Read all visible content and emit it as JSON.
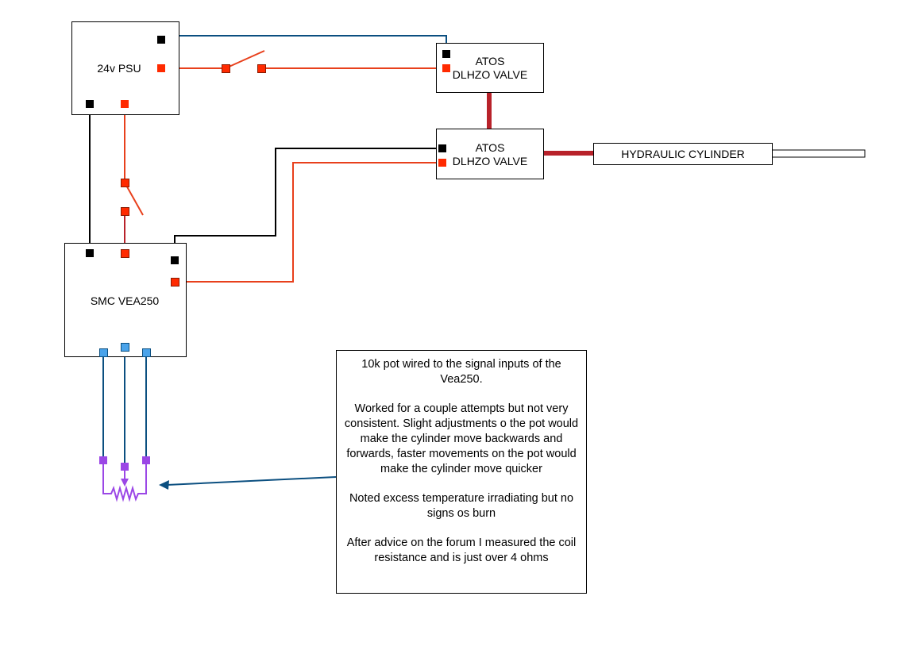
{
  "components": {
    "psu": {
      "label": "24v PSU"
    },
    "valve_a": {
      "label_line1": "ATOS",
      "label_line2": "DLHZO VALVE"
    },
    "valve_b": {
      "label_line1": "ATOS",
      "label_line2": "DLHZO VALVE"
    },
    "cylinder": {
      "label": "HYDRAULIC CYLINDER"
    },
    "controller": {
      "label": "SMC VEA250"
    }
  },
  "note": {
    "paragraphs": [
      "10k pot wired to the signal inputs of the Vea250.",
      "Worked for a couple attempts but not very consistent. Slight adjustments o the pot would make the cylinder move backwards and forwards, faster movements on the pot would make the cylinder move quicker",
      "Noted excess temperature irradiating but no signs os burn",
      "After advice on the forum I measured the coil resistance and is just over 4 ohms"
    ]
  },
  "colors": {
    "wire_red": "#e8401c",
    "wire_black": "#000000",
    "wire_blue": "#0b4f80",
    "hydraulic": "#b8222a",
    "pin_blue": "#4aa3ea",
    "pot_purple": "#9b47e6",
    "pin_red": "#ff2a00"
  }
}
